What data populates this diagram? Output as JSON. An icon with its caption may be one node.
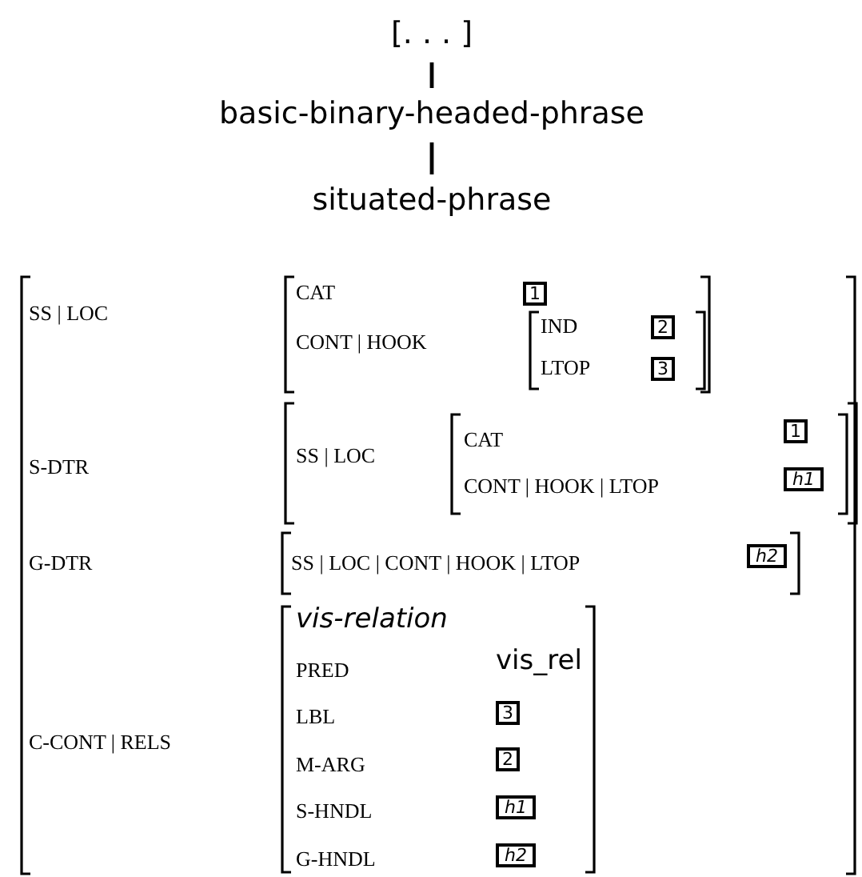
{
  "diagram": {
    "nodes": [
      {
        "text": [
          "[. . . ]"
        ]
      },
      {
        "text": [
          "basic-binary-headed-phrase"
        ]
      },
      {
        "text": [
          "situated-phrase"
        ]
      },
      {
        "text": [
          "SS | LOC",
          "S-DTR",
          "G-DTR",
          "C-CONT | RELS"
        ]
      },
      {
        "text": [
          "CAT",
          "CONT | HOOK"
        ],
        "in": 3
      },
      {
        "text": [
          "1"
        ],
        "in": 4
      },
      {
        "text": [
          "IND",
          "LTOP"
        ],
        "in": 4
      },
      {
        "text": [
          "2"
        ],
        "in": 6
      },
      {
        "text": [
          "3"
        ],
        "in": 6
      },
      {
        "text": [
          "SS | LOC"
        ],
        "in": 3
      },
      {
        "text": [
          "CAT",
          "CONT | HOOK | LTOP"
        ],
        "in": 9
      },
      {
        "text": [
          "1"
        ],
        "in": 10
      },
      {
        "text": [
          "h1"
        ],
        "in": 10
      },
      {
        "text": [
          "SS | LOC | CONT | HOOK | LTOP"
        ],
        "in": 3
      },
      {
        "text": [
          "h2"
        ],
        "in": 13
      },
      {
        "text": [
          "vis-relation",
          "PRED",
          "vis_rel",
          "LBL",
          "M-ARG",
          "S-HNDL",
          "G-HNDL"
        ],
        "in": 3
      },
      {
        "text": [
          "3"
        ],
        "in": 15
      },
      {
        "text": [
          "2"
        ],
        "in": 15
      },
      {
        "text": [
          "h1"
        ],
        "in": 15
      },
      {
        "text": [
          "h2"
        ],
        "in": 15
      }
    ],
    "edges": [
      {
        "from": 0,
        "to": 1,
        "arrow": "none"
      },
      {
        "from": 1,
        "to": 2,
        "arrow": "none"
      }
    ]
  }
}
